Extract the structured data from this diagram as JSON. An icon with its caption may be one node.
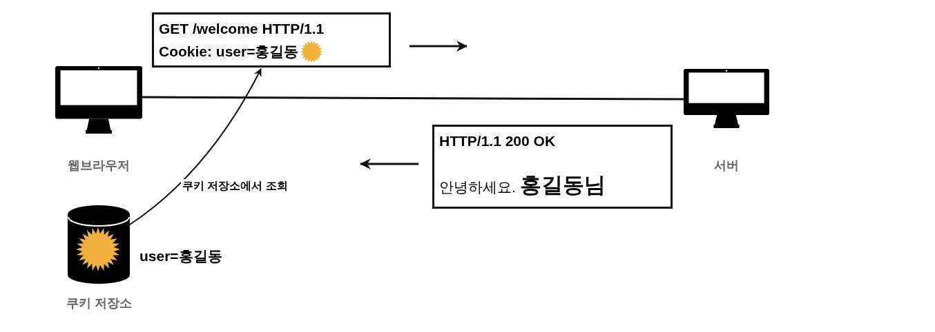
{
  "diagram": {
    "nodes": [
      {
        "text": [],
        "shape": "monitor",
        "beside": [
          "웹브라우저"
        ]
      },
      {
        "text": [],
        "shape": "monitor",
        "beside": [
          "서버"
        ]
      },
      {
        "text": [
          "GET /welcome HTTP/1.1",
          "Cookie: user=홍길동"
        ]
      },
      {
        "text": [
          "HTTP/1.1 200 OK",
          "안녕하세요. **홍길동님**"
        ]
      },
      {
        "text": [],
        "shape": "cylinder",
        "beside": [
          "user=홍길동",
          "쿠키 저장소"
        ]
      }
    ],
    "edges": [
      {
        "from": 0,
        "to": 1,
        "arrow": "none"
      },
      {
        "from": 4,
        "to": 2,
        "arrow": "to",
        "label": "쿠키 저장소에서 조회"
      }
    ]
  }
}
